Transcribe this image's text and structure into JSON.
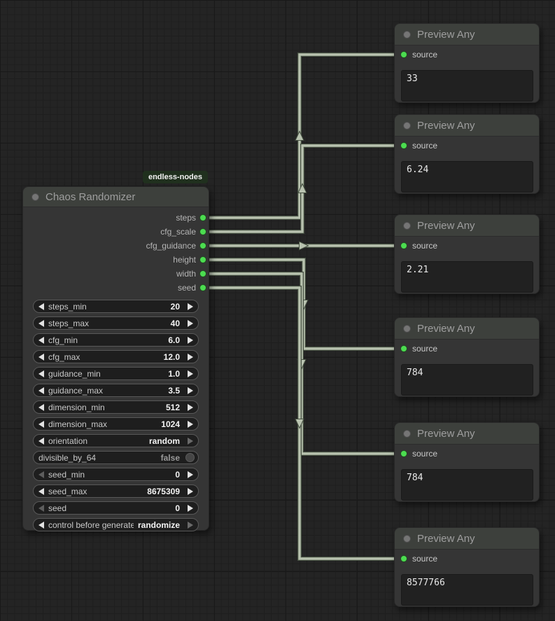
{
  "canvas": {
    "badge": "endless-nodes"
  },
  "chaos_node": {
    "title": "Chaos Randomizer",
    "outputs": [
      "steps",
      "cfg_scale",
      "cfg_guidance",
      "height",
      "width",
      "seed"
    ],
    "widgets": [
      {
        "kind": "stepper",
        "label": "steps_min",
        "value": "20"
      },
      {
        "kind": "stepper",
        "label": "steps_max",
        "value": "40"
      },
      {
        "kind": "stepper",
        "label": "cfg_min",
        "value": "6.0"
      },
      {
        "kind": "stepper",
        "label": "cfg_max",
        "value": "12.0"
      },
      {
        "kind": "stepper",
        "label": "guidance_min",
        "value": "1.0"
      },
      {
        "kind": "stepper",
        "label": "guidance_max",
        "value": "3.5"
      },
      {
        "kind": "stepper",
        "label": "dimension_min",
        "value": "512"
      },
      {
        "kind": "stepper",
        "label": "dimension_max",
        "value": "1024"
      },
      {
        "kind": "stepper",
        "label": "orientation",
        "value": "random",
        "right_dim": true
      },
      {
        "kind": "toggle",
        "label": "divisible_by_64",
        "value": "false"
      },
      {
        "kind": "stepper",
        "label": "seed_min",
        "value": "0",
        "left_dim": true
      },
      {
        "kind": "stepper",
        "label": "seed_max",
        "value": "8675309"
      },
      {
        "kind": "stepper",
        "label": "seed",
        "value": "0",
        "left_dim": true
      },
      {
        "kind": "stepper",
        "label": "control before generate",
        "value": "randomize",
        "right_dim": true
      }
    ]
  },
  "preview_nodes": [
    {
      "title": "Preview Any",
      "input_label": "source",
      "value": "33"
    },
    {
      "title": "Preview Any",
      "input_label": "source",
      "value": "6.24"
    },
    {
      "title": "Preview Any",
      "input_label": "source",
      "value": "2.21"
    },
    {
      "title": "Preview Any",
      "input_label": "source",
      "value": "784"
    },
    {
      "title": "Preview Any",
      "input_label": "source",
      "value": "784"
    },
    {
      "title": "Preview Any",
      "input_label": "source",
      "value": "8577766"
    }
  ],
  "links": [
    {
      "from_output": "steps",
      "to_preview": 0
    },
    {
      "from_output": "cfg_scale",
      "to_preview": 1
    },
    {
      "from_output": "cfg_guidance",
      "to_preview": 2
    },
    {
      "from_output": "height",
      "to_preview": 3
    },
    {
      "from_output": "width",
      "to_preview": 4
    },
    {
      "from_output": "seed",
      "to_preview": 5
    }
  ],
  "colors": {
    "slot_green": "#4cdc50",
    "wire_core": "#b9c3b0",
    "wire_outline": "#454f41",
    "badge_bg": "#20301e",
    "node_bg": "#353535",
    "node_header": "#3d403c"
  }
}
